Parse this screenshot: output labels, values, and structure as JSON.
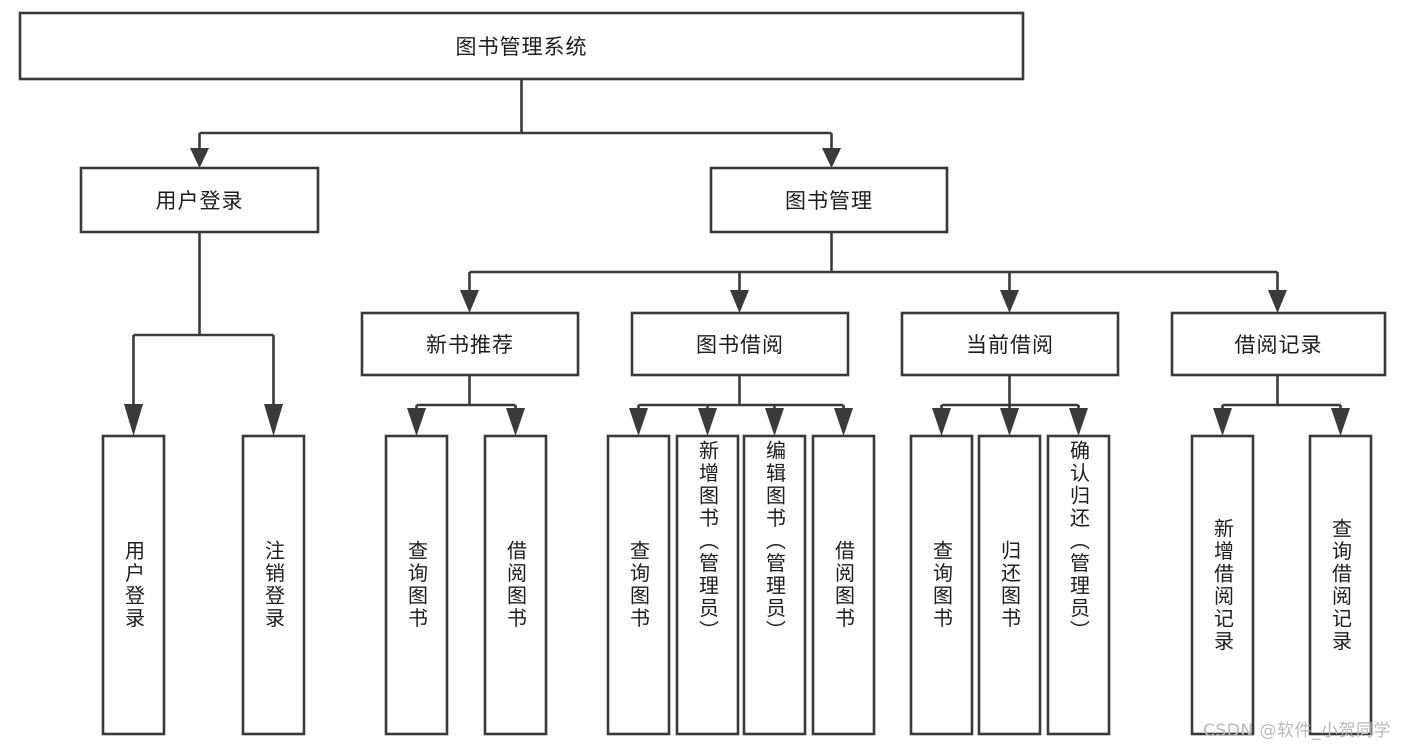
{
  "diagram": {
    "type": "tree-hierarchy",
    "title": "图书管理系统",
    "root": {
      "id": "root",
      "label": "图书管理系统",
      "orientation": "horizontal"
    },
    "level2": [
      {
        "id": "user-login",
        "label": "用户登录",
        "orientation": "horizontal"
      },
      {
        "id": "book-management",
        "label": "图书管理",
        "orientation": "horizontal"
      }
    ],
    "level3": [
      {
        "id": "new-book-recommend",
        "label": "新书推荐",
        "orientation": "horizontal",
        "parent": "book-management"
      },
      {
        "id": "book-borrow",
        "label": "图书借阅",
        "orientation": "horizontal",
        "parent": "book-management"
      },
      {
        "id": "current-borrow",
        "label": "当前借阅",
        "orientation": "horizontal",
        "parent": "book-management"
      },
      {
        "id": "borrow-record",
        "label": "借阅记录",
        "orientation": "horizontal",
        "parent": "book-management"
      }
    ],
    "leaves": [
      {
        "id": "leaf-user-login",
        "label": "用户登录",
        "orientation": "vertical",
        "parent": "user-login"
      },
      {
        "id": "leaf-logout-login",
        "label": "注销登录",
        "orientation": "vertical",
        "parent": "user-login"
      },
      {
        "id": "leaf-query-book-1",
        "label": "查询图书",
        "orientation": "vertical",
        "parent": "new-book-recommend"
      },
      {
        "id": "leaf-borrow-book-1",
        "label": "借阅图书",
        "orientation": "vertical",
        "parent": "new-book-recommend"
      },
      {
        "id": "leaf-query-book-2",
        "label": "查询图书",
        "orientation": "vertical",
        "parent": "book-borrow"
      },
      {
        "id": "leaf-add-book",
        "label": "新增图书（管理员）",
        "orientation": "vertical",
        "parent": "book-borrow"
      },
      {
        "id": "leaf-edit-book",
        "label": "编辑图书（管理员）",
        "orientation": "vertical",
        "parent": "book-borrow"
      },
      {
        "id": "leaf-borrow-book-2",
        "label": "借阅图书",
        "orientation": "vertical",
        "parent": "book-borrow"
      },
      {
        "id": "leaf-query-book-3",
        "label": "查询图书",
        "orientation": "vertical",
        "parent": "current-borrow"
      },
      {
        "id": "leaf-return-book",
        "label": "归还图书",
        "orientation": "vertical",
        "parent": "current-borrow"
      },
      {
        "id": "leaf-confirm-return",
        "label": "确认归还（管理员）",
        "orientation": "vertical",
        "parent": "current-borrow"
      },
      {
        "id": "leaf-add-record",
        "label": "新增借阅记录",
        "orientation": "vertical",
        "parent": "borrow-record"
      },
      {
        "id": "leaf-query-record",
        "label": "查询借阅记录",
        "orientation": "vertical",
        "parent": "borrow-record"
      }
    ],
    "colors": {
      "stroke": "#3a3a3a",
      "fill": "#ffffff",
      "text": "#1d1d1d",
      "background": "#ffffff",
      "watermark": "#b9b9b9"
    }
  },
  "watermark": {
    "text": "CSDN @软件_小贺同学"
  }
}
